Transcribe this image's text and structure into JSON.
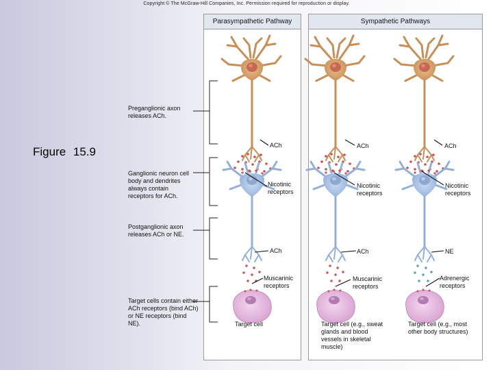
{
  "copyright": "Copyright © The McGraw-Hill Companies, Inc. Permission required for reproduction or display.",
  "figure_title": "Figure 15.9",
  "panels": {
    "parasympathetic": "Parasympathetic Pathway",
    "sympathetic": "Sympathetic Pathways"
  },
  "side_labels": {
    "preganglionic": "Preganglionic axon releases ACh.",
    "ganglionic": "Ganglionic neuron cell body and dendrites always contain receptors for ACh.",
    "postganglionic": "Postganglionic axon releases ACh or NE.",
    "target": "Target cells contain either ACh receptors (bind ACh) or NE receptors (bind NE)."
  },
  "columns": [
    {
      "pre_transmitter": "ACh",
      "ganglion_receptor": "Nicotinic receptors",
      "post_transmitter": "ACh",
      "target_receptor": "Muscarinic receptors",
      "target_label": "Target cell"
    },
    {
      "pre_transmitter": "ACh",
      "ganglion_receptor": "Nicotinic receptors",
      "post_transmitter": "ACh",
      "target_receptor": "Muscarinic receptors",
      "target_label": "Target cell (e.g., sweat glands and blood vessels in skeletal muscle)"
    },
    {
      "pre_transmitter": "ACh",
      "ganglion_receptor": "Nicotinic receptors",
      "post_transmitter": "NE",
      "target_receptor": "Adrenergic receptors",
      "target_label": "Target cell (e.g., most other body structures)"
    }
  ],
  "colors": {
    "pre_neuron": "#d4a06a",
    "pre_nucleus": "#c46a52",
    "ganglion_neuron": "#a9c3e6",
    "ganglion_nucleus": "#8fa8cf",
    "target_cell": "#e6bde0",
    "target_nucleus": "#b47bb0",
    "ach_vesicle": "#cf4f4f",
    "ne_vesicle": "#4f9fbf"
  }
}
